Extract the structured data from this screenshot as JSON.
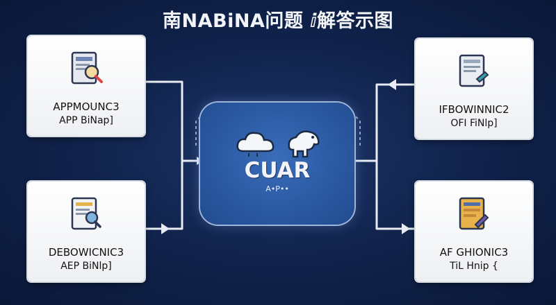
{
  "title": "南NABiNA问题 ⅈ解答示图",
  "hub": {
    "title": "CUAR",
    "subtitle": "A•P••",
    "icons": [
      "cloud-icon",
      "dinosaur-icon"
    ],
    "color": "#2b5aa3"
  },
  "cards": [
    {
      "name": "APPMOUNC3",
      "sub": "APP BiNap]",
      "icon": "document-search-icon"
    },
    {
      "name": "DEBOWICNIC3",
      "sub": "AEP BiNlp]",
      "icon": "document-gear-icon"
    },
    {
      "name": "IFBOWINNIC2",
      "sub": "OFI FiNlp]",
      "icon": "document-check-icon"
    },
    {
      "name": "AF GHIONIC3",
      "sub": "TiL Hnip {",
      "icon": "document-edit-icon"
    }
  ],
  "colors": {
    "background": "#10224a",
    "card": "#ffffff",
    "connector": "#e8ecf2"
  }
}
